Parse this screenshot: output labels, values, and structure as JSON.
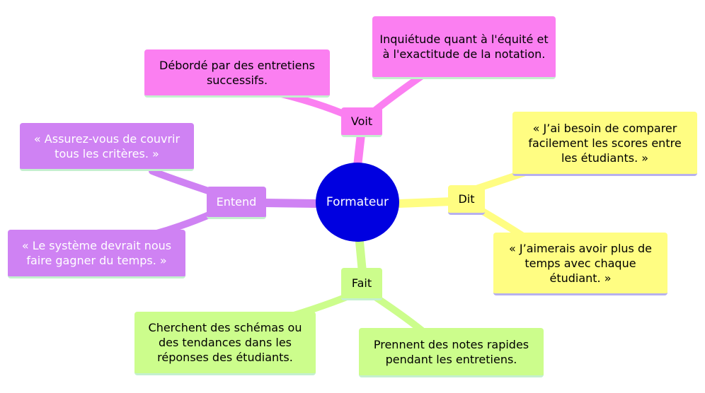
{
  "diagram": {
    "center": "Formateur",
    "branches": {
      "voit": {
        "label": "Voit",
        "items": [
          "Débordé par des entretiens successifs.",
          "Inquiétude quant à l'équité et à l'exactitude de la notation."
        ]
      },
      "dit": {
        "label": "Dit",
        "items": [
          "« J’ai besoin de comparer facilement les scores entre les étudiants. »",
          "« J’aimerais avoir plus de temps avec chaque étudiant. »"
        ]
      },
      "fait": {
        "label": "Fait",
        "items": [
          "Cherchent des schémas ou des tendances dans les réponses des étudiants.",
          "Prennent des notes rapides pendant les entretiens."
        ]
      },
      "entend": {
        "label": "Entend",
        "items": [
          "« Assurez-vous de couvrir tous les critères. »",
          "« Le système devrait nous faire gagner du temps. »"
        ]
      }
    },
    "colors": {
      "center": "#0000e0",
      "voit": "#fb7ff1",
      "dit": "#fffd82",
      "fait": "#ccfd8c",
      "entend": "#cf82f3"
    }
  }
}
